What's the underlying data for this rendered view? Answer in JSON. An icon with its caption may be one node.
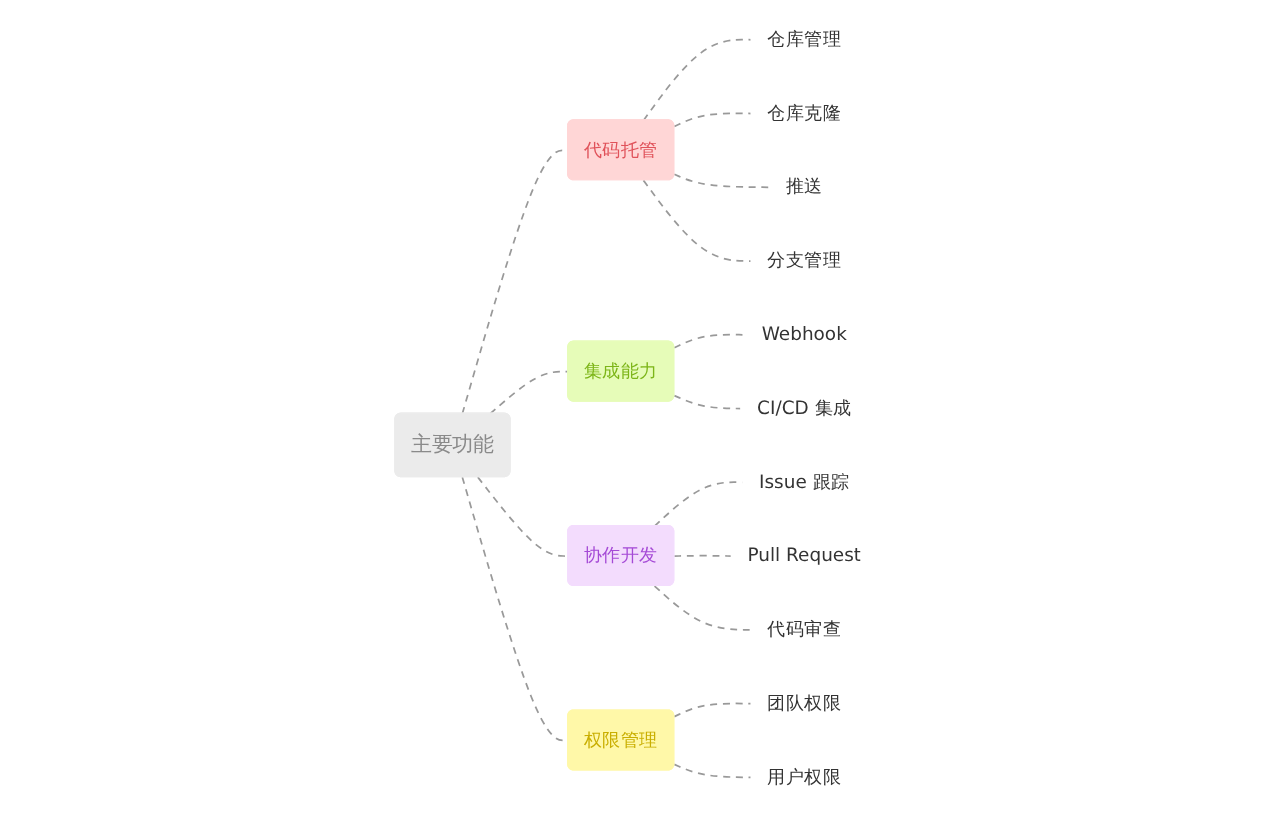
{
  "diagram": {
    "nodes": [
      {
        "text": [
          "主要功能"
        ]
      },
      {
        "text": [
          "代码托管"
        ]
      },
      {
        "text": [
          "仓库管理"
        ]
      },
      {
        "text": [
          "仓库克隆"
        ]
      },
      {
        "text": [
          "推送"
        ]
      },
      {
        "text": [
          "分支管理"
        ]
      },
      {
        "text": [
          "集成能力"
        ]
      },
      {
        "text": [
          "Webhook"
        ]
      },
      {
        "text": [
          "CI/CD 集成"
        ]
      },
      {
        "text": [
          "协作开发"
        ]
      },
      {
        "text": [
          "Issue 跟踪"
        ]
      },
      {
        "text": [
          "Pull Request"
        ]
      },
      {
        "text": [
          "代码审查"
        ]
      },
      {
        "text": [
          "权限管理"
        ]
      },
      {
        "text": [
          "团队权限"
        ]
      },
      {
        "text": [
          "用户权限"
        ]
      }
    ],
    "edges": [
      {
        "from": 0,
        "to": 1,
        "arrow": "none",
        "style": "dashed"
      },
      {
        "from": 1,
        "to": 2,
        "arrow": "none",
        "style": "dashed"
      },
      {
        "from": 1,
        "to": 3,
        "arrow": "none",
        "style": "dashed"
      },
      {
        "from": 1,
        "to": 4,
        "arrow": "none",
        "style": "dashed"
      },
      {
        "from": 1,
        "to": 5,
        "arrow": "none",
        "style": "dashed"
      },
      {
        "from": 0,
        "to": 6,
        "arrow": "none",
        "style": "dashed"
      },
      {
        "from": 6,
        "to": 7,
        "arrow": "none",
        "style": "dashed"
      },
      {
        "from": 6,
        "to": 8,
        "arrow": "none",
        "style": "dashed"
      },
      {
        "from": 0,
        "to": 9,
        "arrow": "none",
        "style": "dashed"
      },
      {
        "from": 9,
        "to": 10,
        "arrow": "none",
        "style": "dashed"
      },
      {
        "from": 9,
        "to": 11,
        "arrow": "none",
        "style": "dashed"
      },
      {
        "from": 9,
        "to": 12,
        "arrow": "none",
        "style": "dashed"
      },
      {
        "from": 0,
        "to": 13,
        "arrow": "none",
        "style": "dashed"
      },
      {
        "from": 13,
        "to": 14,
        "arrow": "none",
        "style": "dashed"
      },
      {
        "from": 13,
        "to": 15,
        "arrow": "none",
        "style": "dashed"
      }
    ]
  }
}
